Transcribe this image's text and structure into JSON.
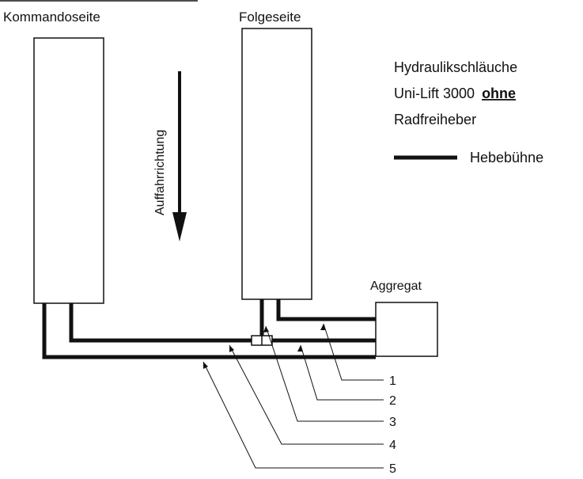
{
  "lift": {
    "left_column_label": "Kommandoseite",
    "right_column_label": "Folgeseite",
    "direction_label": "Auffahrrichtung"
  },
  "legend": {
    "title_line1": "Hydraulikschläuche",
    "title_line2_prefix": "Uni-Lift 3000",
    "title_line2_emphasis": "ohne",
    "title_line3": "Radfreiheber",
    "line_entry_label": "Hebebühne"
  },
  "unit": {
    "label": "Aggregat"
  },
  "hose_numbers": [
    "1",
    "2",
    "3",
    "4",
    "5"
  ],
  "colors": {
    "ink": "#111111",
    "background": "#ffffff"
  }
}
